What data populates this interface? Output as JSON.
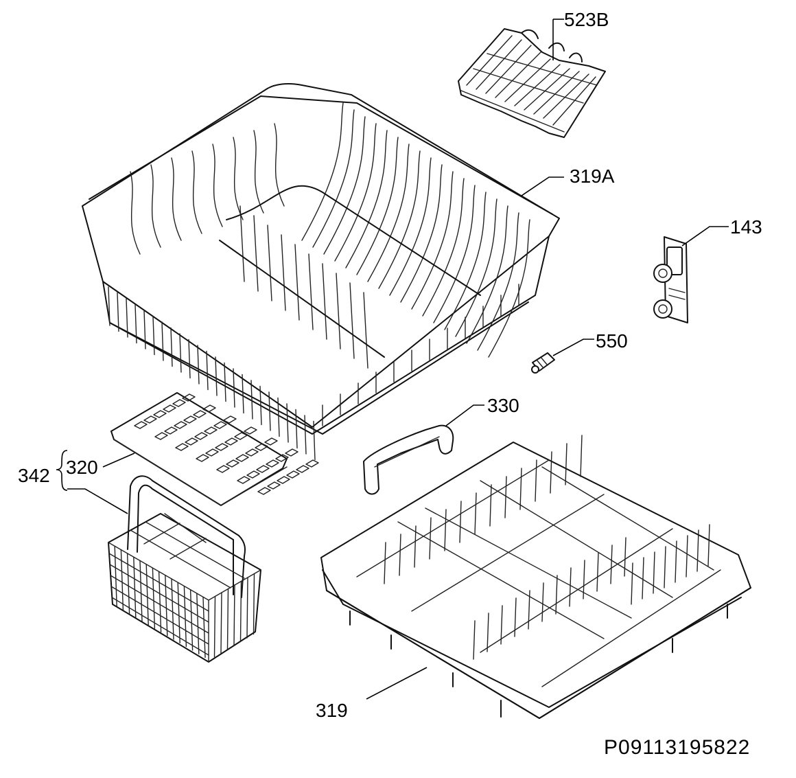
{
  "labels": {
    "tray_523b": "523B",
    "upper_basket_319a": "319A",
    "rail_143": "143",
    "pin_550": "550",
    "handle_330": "330",
    "lid_320": "320",
    "cutlery_set_342": "342",
    "lower_basket_319": "319"
  },
  "document_code": "P09113195822"
}
